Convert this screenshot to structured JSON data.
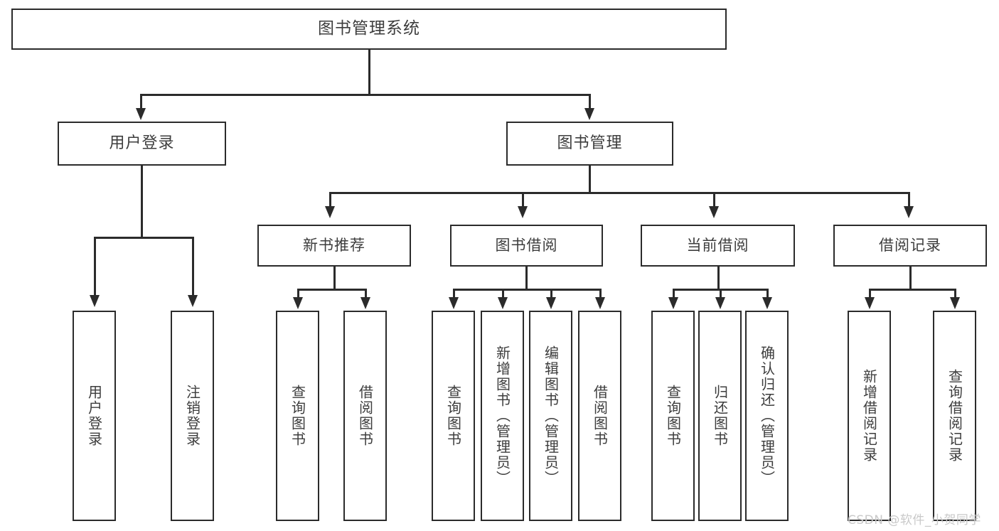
{
  "diagram": {
    "title": "图书管理系统",
    "type": "tree-hierarchy-chart",
    "watermark": "CSDN @软件_小贺同学",
    "colors": {
      "stroke": "#2b2b2b",
      "text": "#3d3d3d",
      "background": "#ffffff",
      "watermark": "#c9c9c9"
    },
    "root": {
      "label": "图书管理系统"
    },
    "level1": [
      {
        "label": "用户登录"
      },
      {
        "label": "图书管理"
      }
    ],
    "level2": [
      {
        "label": "新书推荐"
      },
      {
        "label": "图书借阅"
      },
      {
        "label": "当前借阅"
      },
      {
        "label": "借阅记录"
      }
    ],
    "leaves": {
      "user_login": [
        {
          "label": "用户登录"
        },
        {
          "label": "注销登录"
        }
      ],
      "new_book_recommend": [
        {
          "label": "查询图书"
        },
        {
          "label": "借阅图书"
        }
      ],
      "book_borrow": [
        {
          "label": "查询图书"
        },
        {
          "label": "新增图书（管理员）"
        },
        {
          "label": "编辑图书（管理员）"
        },
        {
          "label": "借阅图书"
        }
      ],
      "current_borrow": [
        {
          "label": "查询图书"
        },
        {
          "label": "归还图书"
        },
        {
          "label": "确认归还（管理员）"
        }
      ],
      "borrow_record": [
        {
          "label": "新增借阅记录"
        },
        {
          "label": "查询借阅记录"
        }
      ]
    }
  }
}
